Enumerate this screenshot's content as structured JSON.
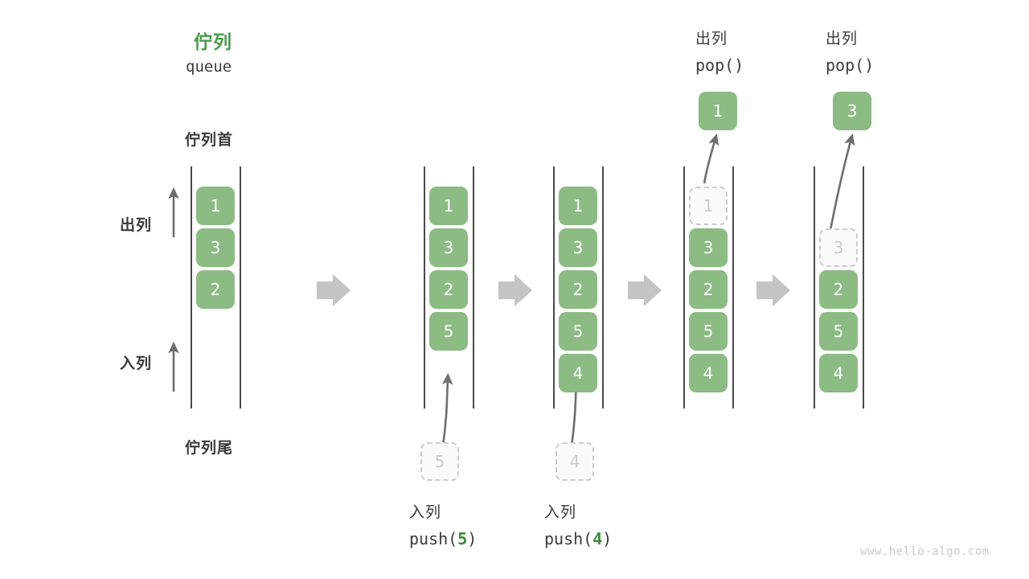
{
  "diagram": {
    "title_cn": "佇列",
    "title_en": "queue",
    "head_label": "佇列首",
    "tail_label": "佇列尾",
    "dequeue_label": "出列",
    "enqueue_label": "入列",
    "watermark": "www.hello-algo.com",
    "colors": {
      "node_green": "#8cbb84",
      "title_green": "#4b9b4b",
      "arg_green": "#3c8a3c",
      "ghost_gray": "#cccccc",
      "rail_gray": "#4a4a4a",
      "step_arrow_gray": "#c4c4c4",
      "text_dark": "#3b3b3b",
      "watermark_gray": "#c9c9c9"
    }
  },
  "stages": [
    {
      "id": "initial",
      "nodes": [
        "1",
        "3",
        "2"
      ],
      "ghost_index": -1,
      "caption_cn": "",
      "caption_code": ""
    },
    {
      "id": "push-5",
      "nodes": [
        "1",
        "3",
        "2",
        "5"
      ],
      "ghost_index": -1,
      "caption_cn": "入列",
      "caption_code_prefix": "push(",
      "caption_code_arg": "5",
      "caption_code_suffix": ")",
      "incoming_value": "5"
    },
    {
      "id": "push-4",
      "nodes": [
        "1",
        "3",
        "2",
        "5",
        "4"
      ],
      "ghost_index": -1,
      "caption_cn": "入列",
      "caption_code_prefix": "push(",
      "caption_code_arg": "4",
      "caption_code_suffix": ")",
      "incoming_value": "4"
    },
    {
      "id": "pop-1",
      "nodes": [
        "1",
        "3",
        "2",
        "5",
        "4"
      ],
      "ghost_index": 0,
      "caption_cn": "出列",
      "caption_code_prefix": "pop(",
      "caption_code_arg": "",
      "caption_code_suffix": ")",
      "popped_value": "1"
    },
    {
      "id": "pop-3",
      "nodes": [
        "3",
        "2",
        "5",
        "4"
      ],
      "ghost_index": 0,
      "caption_cn": "出列",
      "caption_code_prefix": "pop(",
      "caption_code_arg": "",
      "caption_code_suffix": ")",
      "popped_value": "3"
    }
  ],
  "step_arrows": [
    {
      "name": "step-arrow-1"
    },
    {
      "name": "step-arrow-2"
    },
    {
      "name": "step-arrow-3"
    },
    {
      "name": "step-arrow-4"
    }
  ]
}
